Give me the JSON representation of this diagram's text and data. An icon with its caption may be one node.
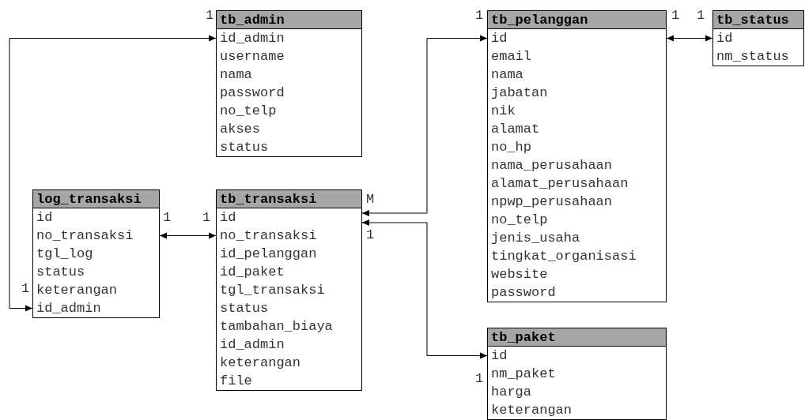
{
  "diagram": {
    "nodes": [
      {
        "text": [
          "tb_admin",
          "id_admin",
          "username",
          "nama",
          "password",
          "no_telp",
          "akses",
          "status"
        ]
      },
      {
        "text": [
          "tb_pelanggan",
          "id",
          "email",
          "nama",
          "jabatan",
          "nik",
          "alamat",
          "no_hp",
          "nama_perusahaan",
          "alamat_perusahaan",
          "npwp_perusahaan",
          "no_telp",
          "jenis_usaha",
          "tingkat_organisasi",
          "website",
          "password"
        ]
      },
      {
        "text": [
          "tb_status",
          "id",
          "nm_status"
        ]
      },
      {
        "text": [
          "log_transaksi",
          "id",
          "no_transaksi",
          "tgl_log",
          "status",
          "keterangan",
          "id_admin"
        ]
      },
      {
        "text": [
          "tb_transaksi",
          "id",
          "no_transaksi",
          "id_pelanggan",
          "id_paket",
          "tgl_transaksi",
          "status",
          "tambahan_biaya",
          "id_admin",
          "keterangan",
          "file"
        ]
      },
      {
        "text": [
          "tb_paket",
          "id",
          "nm_paket",
          "harga",
          "keterangan"
        ]
      }
    ],
    "edges": [
      {
        "from": 3,
        "to": 0,
        "arrow": "both"
      },
      {
        "from": 1,
        "to": 2,
        "arrow": "both"
      },
      {
        "from": 3,
        "to": 4,
        "arrow": "both"
      },
      {
        "from": 4,
        "to": 1,
        "arrow": "both"
      },
      {
        "from": 4,
        "to": 5,
        "arrow": "both"
      }
    ],
    "labels": [
      "1",
      "1",
      "1",
      "1",
      "M",
      "1",
      "1",
      "1",
      "1",
      "1"
    ]
  }
}
